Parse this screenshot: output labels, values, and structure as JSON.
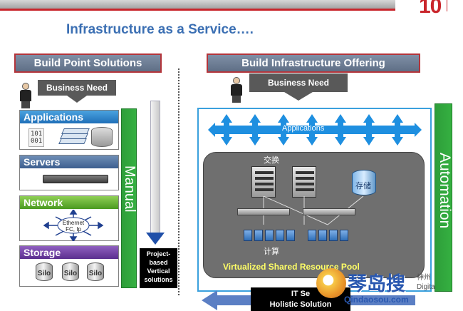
{
  "slide": {
    "title": "Infrastructure as a Service….",
    "logo_text": "10",
    "accent_red": "#c9252b",
    "accent_blue": "#3b6fb3"
  },
  "left": {
    "header": "Build Point Solutions",
    "business_need": "Business Need",
    "layers": {
      "applications": "Applications",
      "servers": "Servers",
      "network": "Network",
      "storage": "Storage"
    },
    "binary_icon": [
      "101",
      "001"
    ],
    "network_labels": [
      "Ethernet",
      "FC, Ip"
    ],
    "silos": [
      "Silo",
      "Silo",
      "Silo"
    ],
    "manual_label": "Manual",
    "vertical_solutions": [
      "Project-",
      "based",
      "Vertical",
      "solutions"
    ]
  },
  "right": {
    "header": "Build Infrastructure Offering",
    "business_need": "Business Need",
    "applications_label": "Applications",
    "switch_label": "交换",
    "storage_label": "存储",
    "compute_label": "计算",
    "pool_label": "Virtualized Shared Resource Pool",
    "automation_label": "Automation",
    "it_service": [
      "IT Se",
      "Holistic Solution"
    ]
  },
  "watermark": {
    "name": "琴岛搜",
    "url": "Qindaosou.com",
    "side": [
      "神州",
      "Digita"
    ]
  }
}
